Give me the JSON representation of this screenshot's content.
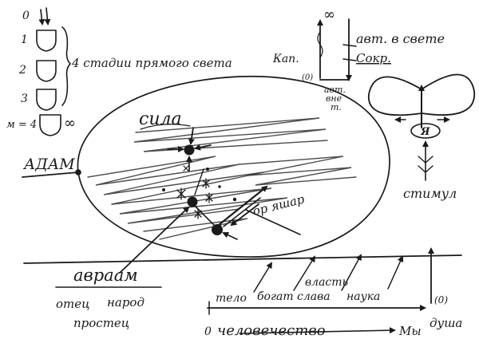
{
  "legend": {
    "top_number": "0",
    "stages": [
      {
        "number": "1",
        "fill": "sparse"
      },
      {
        "number": "2",
        "fill": "medium"
      },
      {
        "number": "3",
        "fill": "cross"
      },
      {
        "number": "м = 4",
        "fill": "dense"
      }
    ],
    "infinity": "∞",
    "caption": "4 стадии прямого света"
  },
  "right_top": {
    "infinity": "∞",
    "left_label": "Кап.",
    "zero_label": "(0)",
    "bottom_labels": [
      "авт.",
      "вне",
      "т."
    ],
    "right_labels": [
      "авт. в свете",
      "Сокр."
    ]
  },
  "right_loop": {
    "center_label": "Я",
    "caption": "стимул"
  },
  "main": {
    "adam": "АДАМ",
    "sila": "сила",
    "or_yashar": "ор яшар",
    "avraam": "авраам",
    "otets": "отец",
    "narod": "народ",
    "prostets": "простец"
  },
  "timeline": {
    "labels": [
      "тело",
      "богат",
      "власть",
      "слава",
      "наука"
    ],
    "zero": "0",
    "chelovechestvo": "человечество",
    "my": "Мы",
    "point_zero": "(0)",
    "dusha": "душа"
  }
}
